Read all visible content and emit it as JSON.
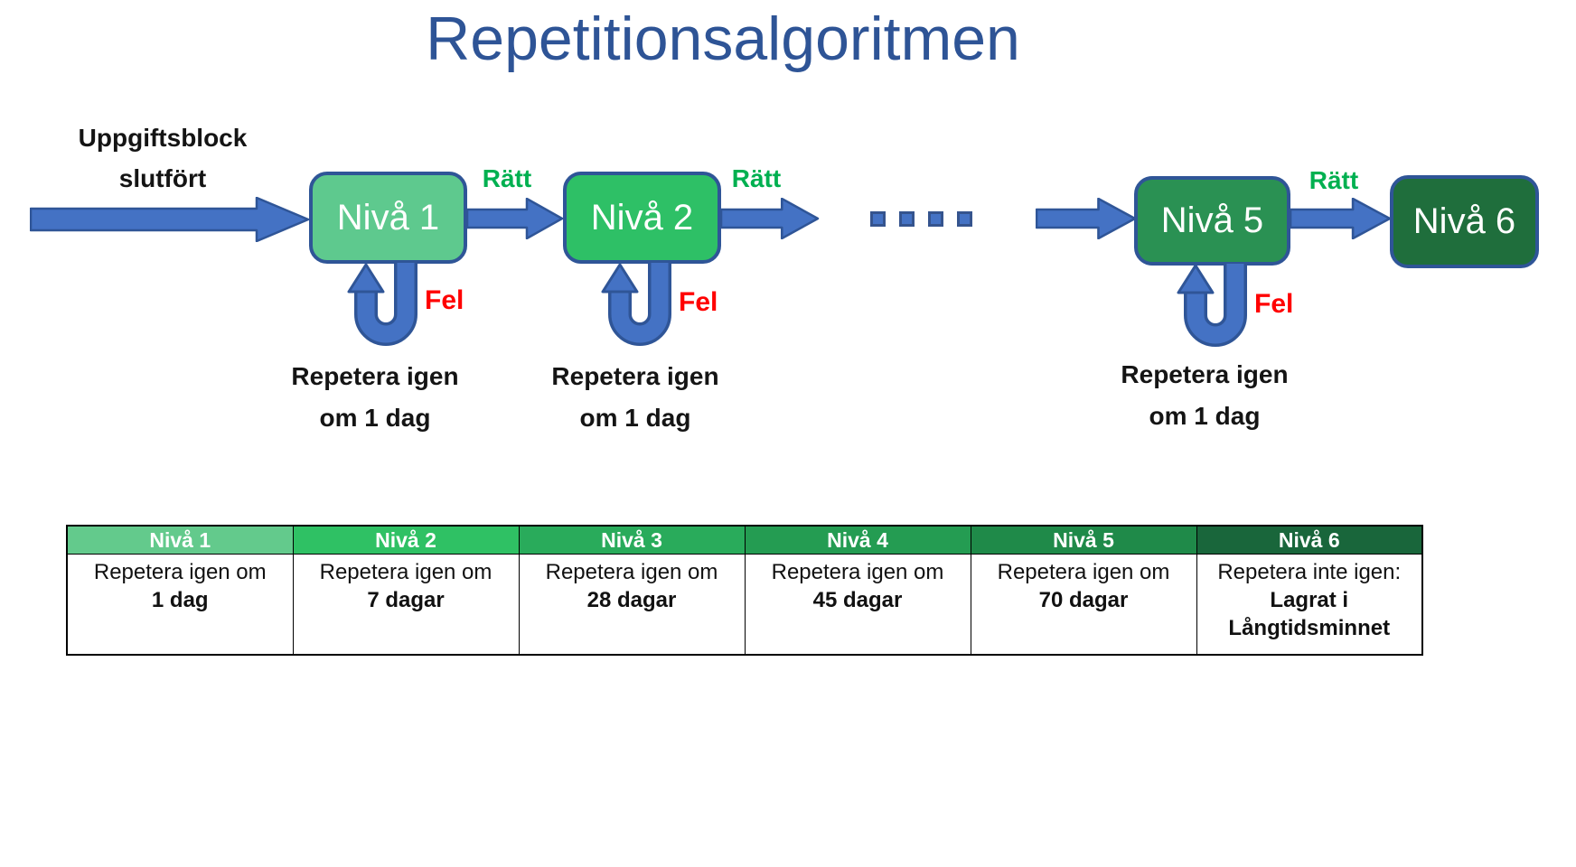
{
  "title": "Repetitionsalgoritmen",
  "colors": {
    "title_blue": "#2E5496",
    "arrow_fill": "#4472C4",
    "arrow_stroke": "#2F5597",
    "box_border": "#2F5597",
    "niva1_fill": "#5EC98E",
    "niva2_fill": "#2EC066",
    "niva5_fill": "#2A9153",
    "niva6_fill": "#1F6E3C",
    "correct_green": "#00B050",
    "wrong_red": "#FF0000",
    "header_colors": [
      "#63CA8C",
      "#2FC164",
      "#29AB5B",
      "#249C52",
      "#1F8A49",
      "#19663B"
    ]
  },
  "flow": {
    "entry_note": {
      "line1": "Uppgiftsblock",
      "line2": "slutfört"
    },
    "levels": [
      {
        "label": "Nivå 1"
      },
      {
        "label": "Nivå 2"
      },
      {
        "label": "Nivå 5"
      },
      {
        "label": "Nivå 6"
      }
    ],
    "correct_label": "Rätt",
    "wrong_label": "Fel",
    "repeat_note": {
      "line1": "Repetera igen",
      "line2": "om 1 dag"
    }
  },
  "table": {
    "headers": [
      {
        "label": "Nivå 1"
      },
      {
        "label": "Nivå 2"
      },
      {
        "label": "Nivå 3"
      },
      {
        "label": "Nivå 4"
      },
      {
        "label": "Nivå 5"
      },
      {
        "label": "Nivå 6"
      }
    ],
    "cells": [
      {
        "line1": "Repetera igen om",
        "line2": "1 dag"
      },
      {
        "line1": "Repetera igen om",
        "line2": "7 dagar"
      },
      {
        "line1": "Repetera igen om",
        "line2": "28 dagar"
      },
      {
        "line1": "Repetera igen om",
        "line2": "45 dagar"
      },
      {
        "line1": "Repetera igen om",
        "line2": "70 dagar"
      },
      {
        "line1": "Repetera inte igen:",
        "line2": "Lagrat i",
        "line3": "Långtidsminnet"
      }
    ]
  }
}
